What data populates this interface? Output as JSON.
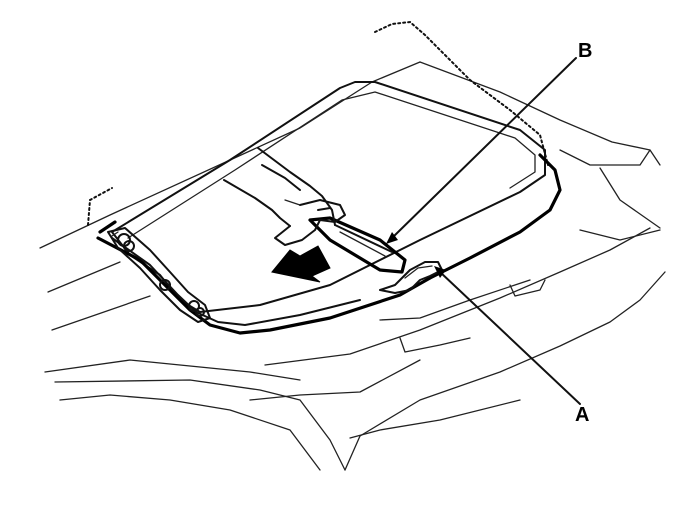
{
  "figure": {
    "callouts": [
      {
        "id": "B",
        "label": "B"
      },
      {
        "id": "A",
        "label": "A"
      }
    ],
    "icons": {
      "hand": "hand-icon",
      "direction_arrow": "push-arrow-icon",
      "tool": "trim-tool-icon"
    }
  }
}
